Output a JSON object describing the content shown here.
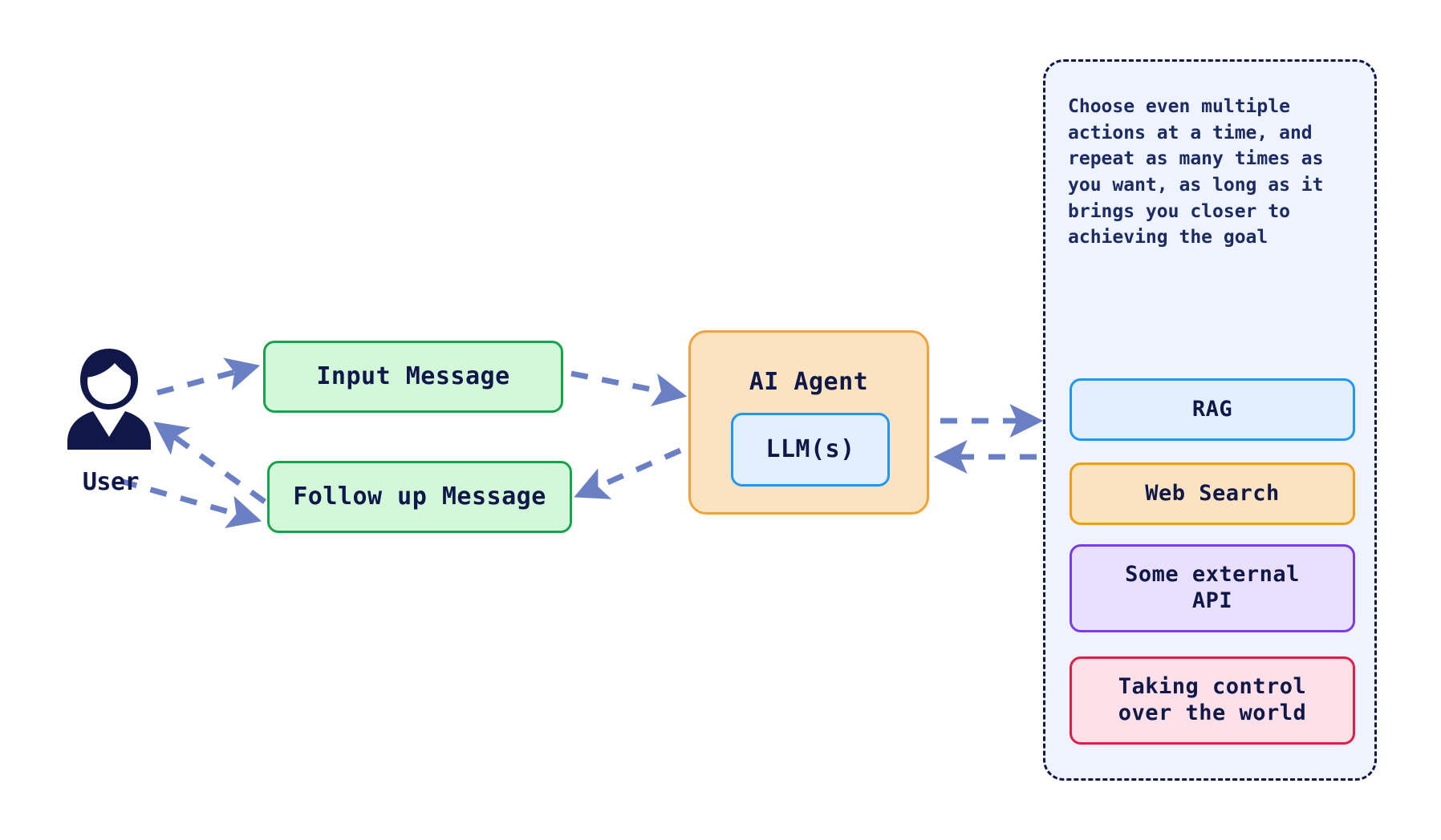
{
  "diagram": {
    "title": "AI Agent loop diagram",
    "user": {
      "label": "User",
      "icon": "user-avatar-icon"
    },
    "messages": {
      "input": "Input Message",
      "followup": "Follow up Message"
    },
    "agent": {
      "title": "AI Agent",
      "llm": "LLM(s)"
    },
    "actions_panel": {
      "note": "Choose even multiple\nactions at a time, and\nrepeat as many times as\nyou want, as long as it\nbrings you closer to\nachieving the goal",
      "items": [
        {
          "label": "RAG",
          "fill": "#e1efff",
          "stroke": "#2196f3"
        },
        {
          "label": "Web Search",
          "fill": "#fbe2c0",
          "stroke": "#f39c12"
        },
        {
          "label": "Some external\nAPI",
          "fill": "#e8e0fc",
          "stroke": "#7c3aed"
        },
        {
          "label": "Taking control\nover the world",
          "fill": "#fde0e8",
          "stroke": "#e11d48"
        }
      ]
    },
    "colors": {
      "background": "#ffffff",
      "arrow": "#6b7fc4",
      "text": "#10184a",
      "panel_fill": "#eef3fd",
      "panel_border": "#10184a",
      "message_fill": "#d2f8d9",
      "message_border": "#16a34a",
      "agent_fill": "#fbe2c0",
      "agent_border": "#f2a03c"
    },
    "arrows": [
      {
        "name": "user-to-input-message",
        "from": "User",
        "to": "Input Message"
      },
      {
        "name": "input-message-to-agent",
        "from": "Input Message",
        "to": "AI Agent"
      },
      {
        "name": "agent-to-followup-message",
        "from": "AI Agent",
        "to": "Follow up Message"
      },
      {
        "name": "followup-message-to-user",
        "from": "Follow up Message",
        "to": "User"
      },
      {
        "name": "user-to-followup-message",
        "from": "User",
        "to": "Follow up Message"
      },
      {
        "name": "agent-to-actions",
        "from": "AI Agent",
        "to": "Actions"
      },
      {
        "name": "actions-to-agent",
        "from": "Actions",
        "to": "AI Agent"
      }
    ]
  }
}
